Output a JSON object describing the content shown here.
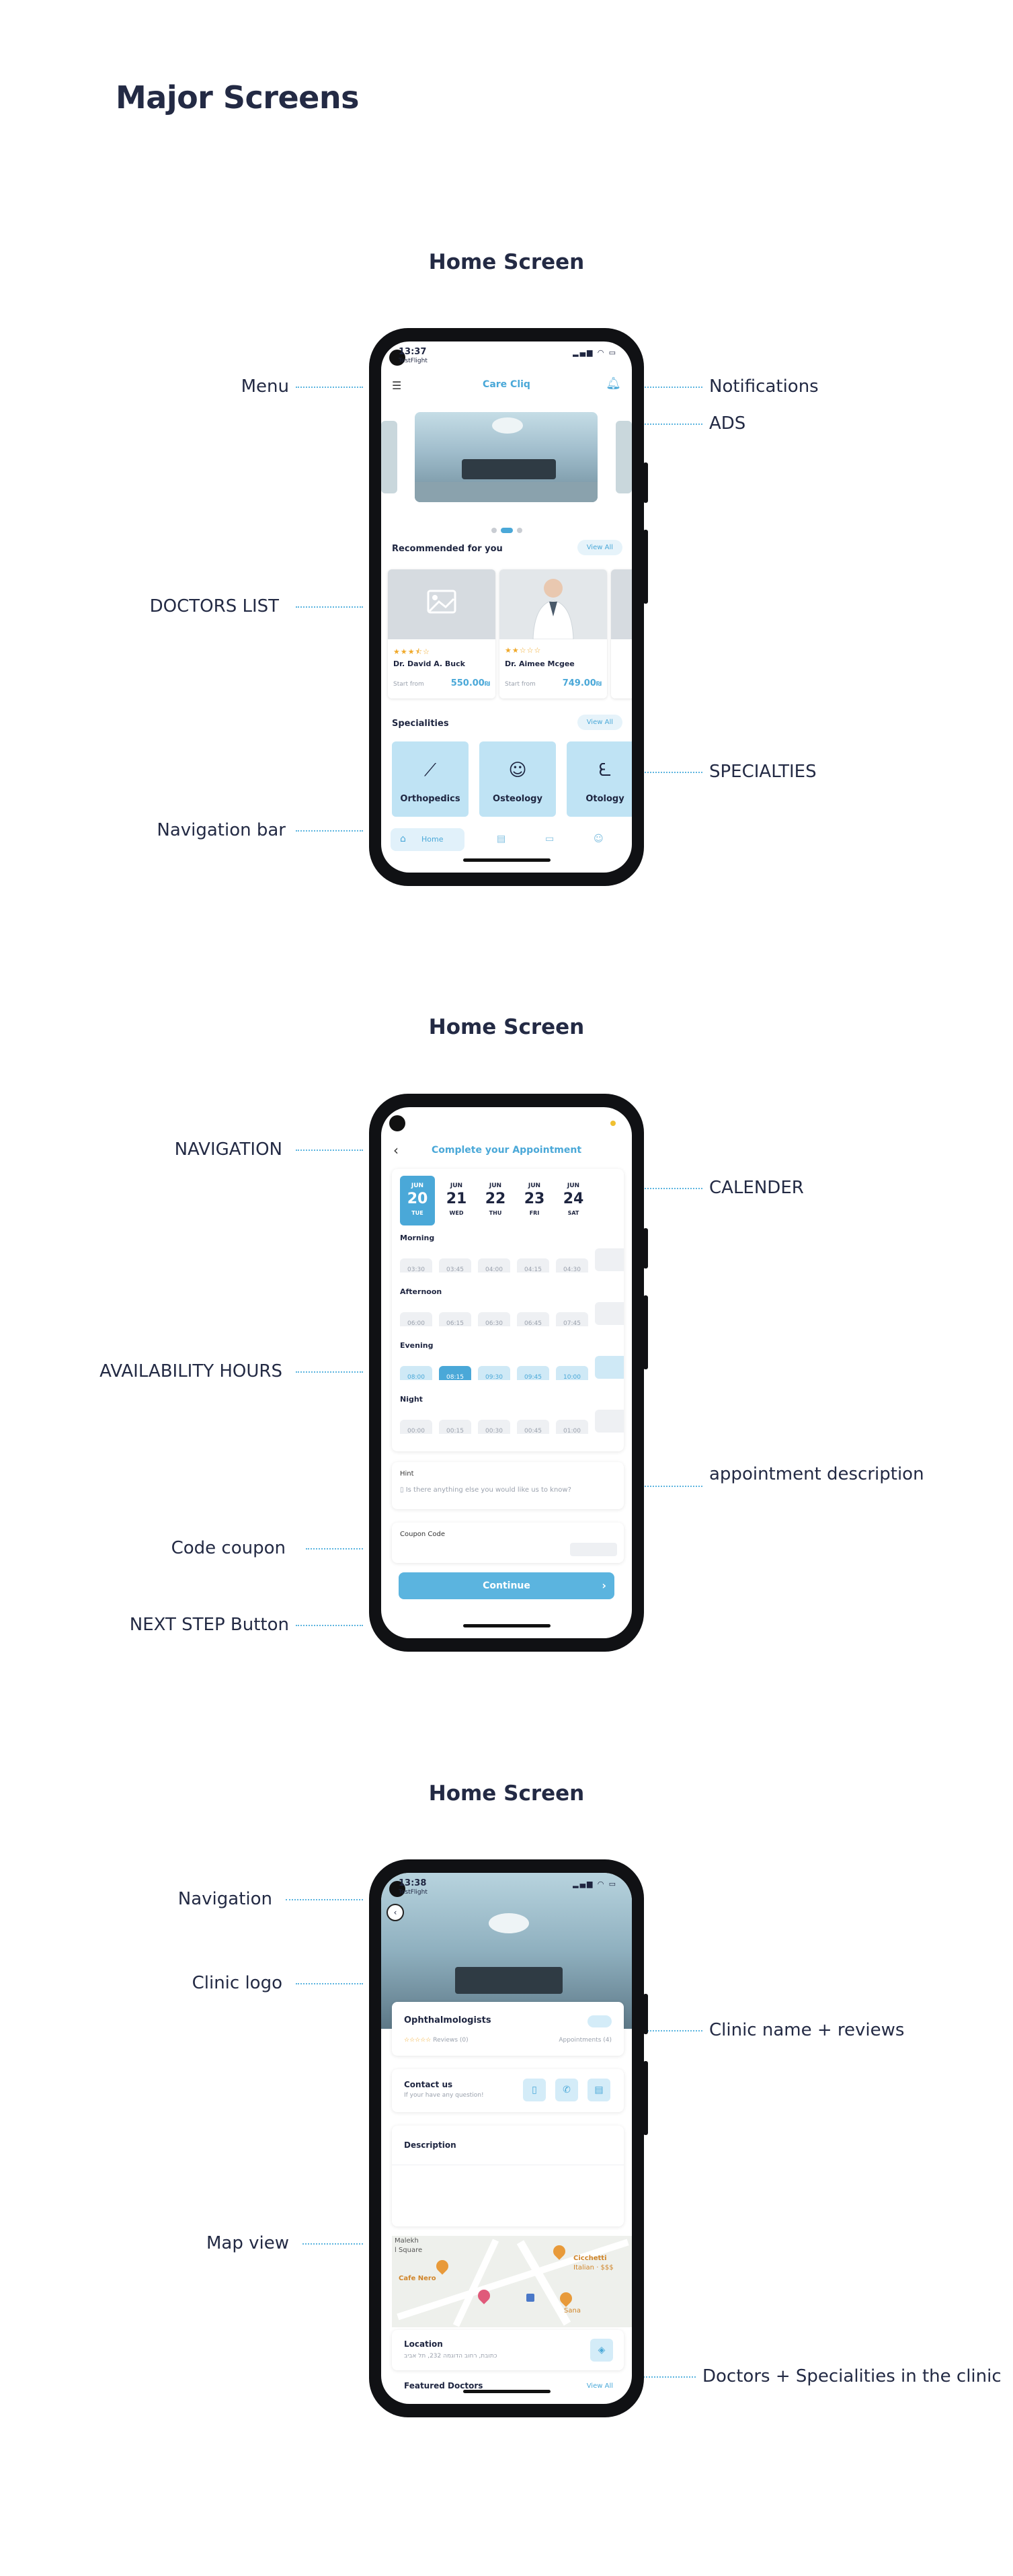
{
  "page_title": "Major Screens",
  "sections": [
    {
      "title": "Home Screen",
      "annotations_left": [
        "Menu",
        "DOCTORS LIST",
        "Navigation bar"
      ],
      "annotations_right": [
        "Notifications",
        "ADS",
        "SPECIALTIES"
      ]
    },
    {
      "title": "Home Screen",
      "annotations_left": [
        "NAVIGATION",
        "AVAILABILITY HOURS",
        "Code coupon",
        "NEXT STEP Button"
      ],
      "annotations_right": [
        "CALENDER",
        "appointment description"
      ]
    },
    {
      "title": "Home Screen",
      "annotations_left": [
        "Navigation",
        "Clinic logo",
        "Map view"
      ],
      "annotations_right": [
        "Clinic name + reviews",
        "Doctors + Specialities in the clinic"
      ]
    }
  ],
  "screen1": {
    "status_time": "13:37",
    "status_sub": "TestFlight",
    "app_title": "Care Cliq",
    "recommended_title": "Recommended for you",
    "view_all": "View All",
    "doctors": [
      {
        "name": "Dr. David A. Buck",
        "start_from": "Start from",
        "price": "550.00",
        "currency": "₪",
        "rating": 3.5
      },
      {
        "name": "Dr. Aimee Mcgee",
        "start_from": "Start from",
        "price": "749.00",
        "currency": "₪",
        "rating": 2
      }
    ],
    "specialities_title": "Specialities",
    "specialities": [
      "Orthopedics",
      "Osteology",
      "Otology"
    ],
    "nav_home": "Home"
  },
  "screen2": {
    "title": "Complete your Appointment",
    "days": [
      {
        "month": "JUN",
        "day": "20",
        "weekday": "TUE",
        "selected": true
      },
      {
        "month": "JUN",
        "day": "21",
        "weekday": "WED",
        "selected": false
      },
      {
        "month": "JUN",
        "day": "22",
        "weekday": "THU",
        "selected": false
      },
      {
        "month": "JUN",
        "day": "23",
        "weekday": "FRI",
        "selected": false
      },
      {
        "month": "JUN",
        "day": "24",
        "weekday": "SAT",
        "selected": false
      }
    ],
    "periods": [
      {
        "label": "Morning",
        "slots": [
          "03:30",
          "03:45",
          "04:00",
          "04:15",
          "04:30"
        ]
      },
      {
        "label": "Afternoon",
        "slots": [
          "06:00",
          "06:15",
          "06:30",
          "06:45",
          "07:45"
        ]
      },
      {
        "label": "Evening",
        "slots": [
          "08:00",
          "08:15",
          "09:30",
          "09:45",
          "10:00"
        ]
      },
      {
        "label": "Night",
        "slots": [
          "00:00",
          "00:15",
          "00:30",
          "00:45",
          "01:00"
        ]
      }
    ],
    "selected_slot": "08:15",
    "hint_label": "Hint",
    "hint_placeholder": "Is there anything else you would like us to know?",
    "coupon_label": "Coupon Code",
    "continue_label": "Continue"
  },
  "screen3": {
    "status_time": "13:38",
    "status_sub": "TestFlight",
    "clinic_name": "Ophthalmologists",
    "reviews": "Reviews (0)",
    "appointments": "Appointments (4)",
    "contact_title": "Contact us",
    "contact_sub": "If your have any question!",
    "description_title": "Description",
    "map_labels": [
      "Malekh",
      "l Square",
      "Cafe Nero",
      "Cicchetti",
      "Italian · $$$",
      "Sana"
    ],
    "location_title": "Location",
    "location_address": "כתובת, רחוב הדוגמה 232, תל אביב",
    "featured_title": "Featured Doctors",
    "view_all": "View All"
  },
  "colors": {
    "accent": "#4aa8d8",
    "accent_light": "#bfe3f4",
    "heading": "#232a44",
    "annotation_line": "#5bb4df",
    "star": "#f0a92a"
  }
}
